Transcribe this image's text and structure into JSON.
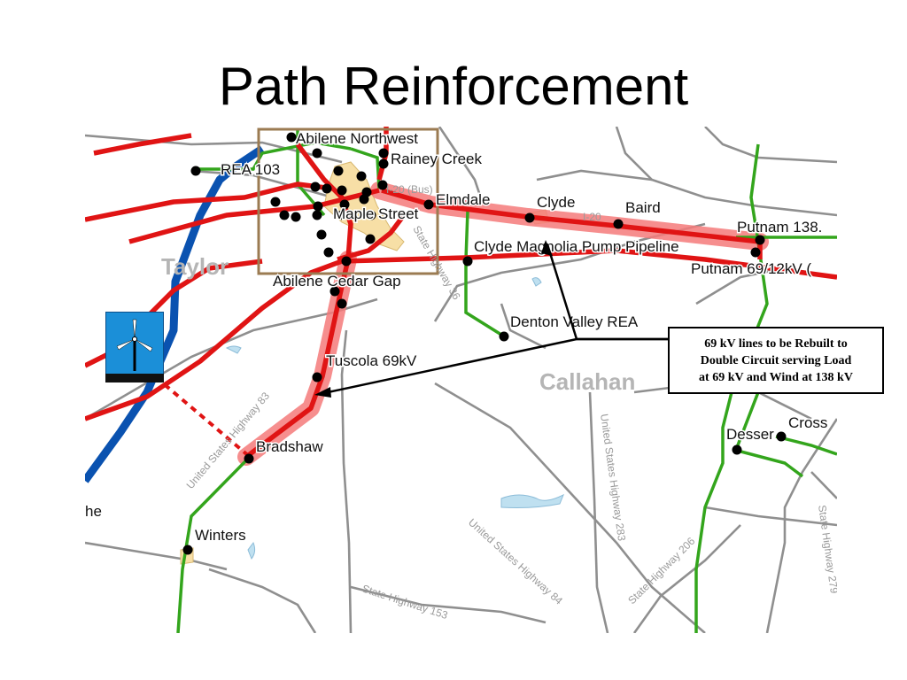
{
  "title": "Path Reinforcement",
  "callout": {
    "lines": [
      "69 kV lines to be Rebuilt to",
      "Double Circuit serving Load",
      "at 69 kV and Wind at 138 kV"
    ]
  },
  "counties": [
    "Taylor",
    "Callahan"
  ],
  "places": [
    "Abilene Northwest",
    "Rainey Creek",
    "REA 103",
    "Elmdale",
    "Clyde",
    "Baird",
    "Putnam 138.",
    "Maple Street",
    "Clyde Magnolia Pump Pipeline",
    "Putnam 69/12kV (",
    "Abilene Cedar Gap",
    "Denton Valley REA",
    "Tuscola 69kV",
    "Bradshaw",
    "Desser",
    "Cross",
    "Winters",
    "he"
  ],
  "highways": [
    "United States Highway 83",
    "United States Highway 283",
    "United States Highway 84",
    "State Highway 206",
    "State Highway 279",
    "State Highway 153",
    "State Highway 36",
    "I-20",
    "I-20 (Bus)"
  ],
  "colors": {
    "line_138kv": "#e01414",
    "line_345kv": "#0a52b0",
    "line_69kv": "#33a51c",
    "highlight": "#f47a7a",
    "road": "#8f8f8f",
    "city": "#f7dfa6",
    "box": "#9b7b52",
    "turbine_bg": "#1b8fd8"
  },
  "icons": [
    "wind-turbine-icon"
  ]
}
